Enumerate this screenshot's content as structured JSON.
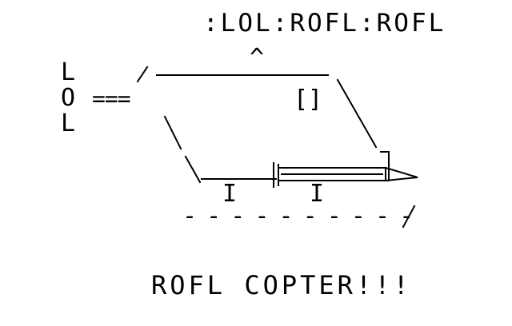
{
  "rotor_text": ":LOL:ROFL:ROFL",
  "rotor_hub": "^",
  "side_letters": [
    "L",
    "O",
    "L"
  ],
  "tail_rotor": "===",
  "window": "[]",
  "skid_struts": [
    "I",
    "I"
  ],
  "skid_dashes": "- - - - - - - - - -",
  "caption": "ROFL COPTER!!!",
  "colors": {
    "ink": "#000000",
    "background": "#ffffff"
  }
}
